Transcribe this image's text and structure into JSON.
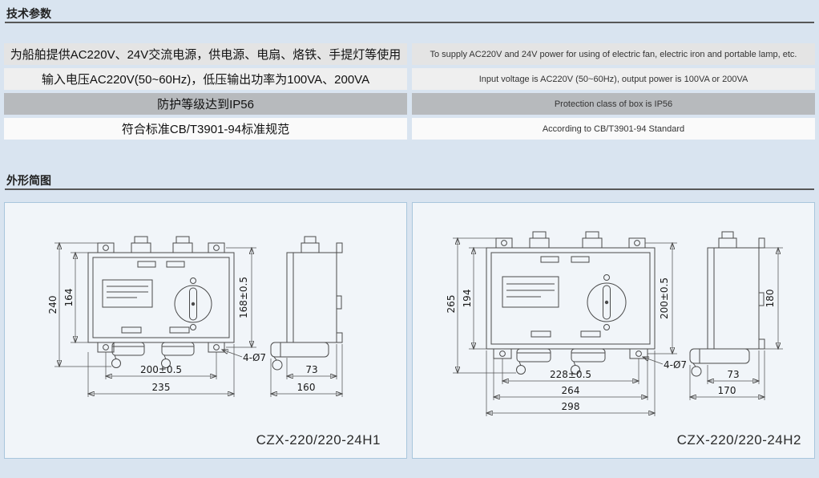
{
  "sections": {
    "tech_params": "技术参数",
    "outline": "外形简图"
  },
  "spec_table": {
    "rows": [
      {
        "zh": "为船舶提供AC220V、24V交流电源，供电源、电扇、烙铁、手提灯等使用",
        "en": "To supply AC220V and 24V power for using of electric fan, electric iron and portable lamp, etc."
      },
      {
        "zh": "输入电压AC220V(50~60Hz)，低压输出功率为100VA、200VA",
        "en": "Input voltage is AC220V (50~60Hz), output power is 100VA or 200VA"
      },
      {
        "zh": "防护等级达到IP56",
        "en": "Protection class of box is IP56"
      },
      {
        "zh": "符合标准CB/T3901-94标准规范",
        "en": "According to CB/T3901-94 Standard"
      }
    ]
  },
  "panels": [
    {
      "model": "CZX-220/220-24H1",
      "dims": {
        "front_height_outer": "240",
        "front_height_inner": "164",
        "front_height_holes": "168±0.5",
        "front_width_holes": "200±0.5",
        "front_width_outer": "235",
        "hole_note": "4-Ø7",
        "side_depth_body": "73",
        "side_depth_outer": "160"
      }
    },
    {
      "model": "CZX-220/220-24H2",
      "dims": {
        "front_height_outer": "265",
        "front_height_inner": "194",
        "front_height_holes": "200±0.5",
        "front_width_holes": "228±0.5",
        "front_width_mid": "264",
        "front_width_outer": "298",
        "hole_note": "4-Ø7",
        "side_depth_body": "73",
        "side_depth_outer": "170",
        "side_height": "180"
      }
    }
  ],
  "colors": {
    "page_bg": "#d9e4f0",
    "panel_bg": "#f1f5f9",
    "panel_border": "#a9c6dc",
    "table_row_dark": "#b7babd",
    "line": "#4a4a4a"
  }
}
